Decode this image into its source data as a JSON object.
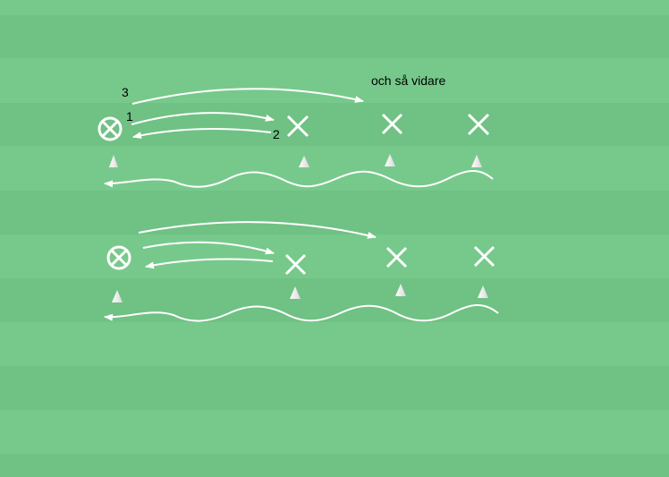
{
  "colors": {
    "light_stripe": "#77c98b",
    "dark_stripe": "#70c184",
    "marks": "#ffffff",
    "text": "#000000"
  },
  "labels": {
    "step1": "1",
    "step2": "2",
    "step3": "3",
    "continuation": "och så vidare"
  },
  "icons": [
    "player-ball-icon",
    "player-x-icon",
    "cone-icon"
  ]
}
